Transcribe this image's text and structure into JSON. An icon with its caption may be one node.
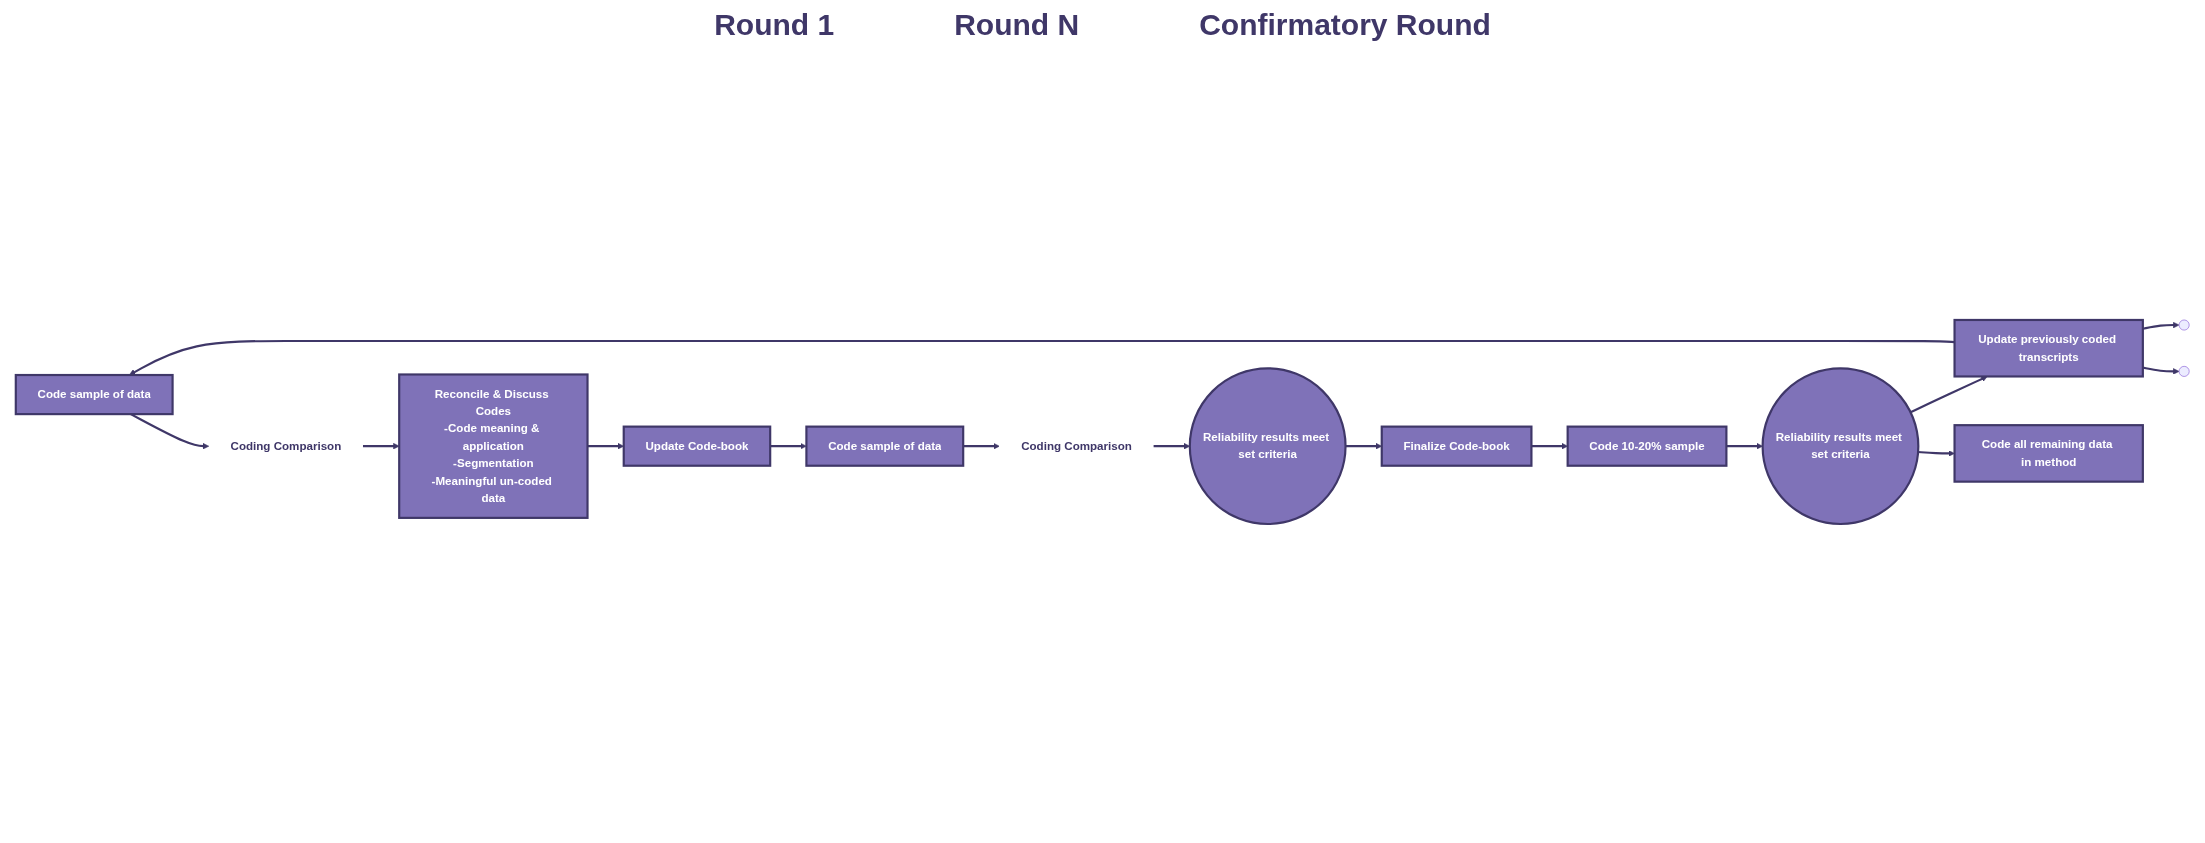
{
  "diagram": {
    "nodes": [
      {
        "text": [
          "Code sample of data"
        ]
      },
      {
        "text": [
          "Coding Comparison"
        ]
      },
      {
        "text": [
          "Reconcile & Discuss Codes",
          "-Code meaning & application",
          "-Segmentation",
          "-Meaningful un-coded data"
        ]
      },
      {
        "text": [
          "Update Code-book"
        ]
      },
      {
        "text": [
          "Code sample of data"
        ]
      },
      {
        "text": [
          "Coding Comparison"
        ]
      },
      {
        "text": [
          "Reliability results meet set criteria"
        ]
      },
      {
        "text": [
          "Finalize Code-book"
        ]
      },
      {
        "text": [
          "Code 10-20% sample"
        ]
      },
      {
        "text": [
          "Reliability results meet set criteria"
        ]
      },
      {
        "text": [
          "Update previously coded transcripts"
        ]
      },
      {
        "text": [
          "Code all remaining data in method"
        ]
      }
    ],
    "edges": [
      {
        "from": 0,
        "to": 1,
        "arrow": "to"
      },
      {
        "from": 1,
        "to": 2,
        "arrow": "to"
      },
      {
        "from": 2,
        "to": 3,
        "arrow": "to"
      },
      {
        "from": 3,
        "to": 4,
        "arrow": "to"
      },
      {
        "from": 4,
        "to": 5,
        "arrow": "to"
      },
      {
        "from": 5,
        "to": 6,
        "arrow": "to"
      },
      {
        "from": 6,
        "to": 7,
        "arrow": "to"
      },
      {
        "from": 7,
        "to": 8,
        "arrow": "to"
      },
      {
        "from": 8,
        "to": 9,
        "arrow": "to"
      },
      {
        "from": 9,
        "to": 10,
        "arrow": "to"
      },
      {
        "from": 9,
        "to": 11,
        "arrow": "to"
      },
      {
        "from": 10,
        "to": 0,
        "arrow": "to"
      },
      {
        "from": 10,
        "to": null,
        "arrow": "to"
      },
      {
        "from": 10,
        "to": null,
        "arrow": "to"
      }
    ],
    "labels": [
      "Round 1",
      "Round N",
      "Confirmatory Round"
    ]
  }
}
